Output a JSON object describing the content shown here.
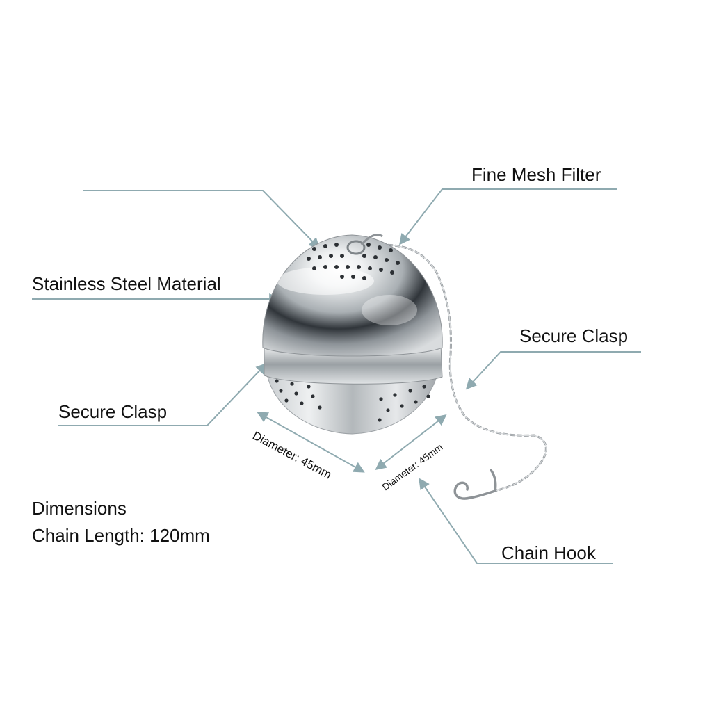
{
  "labels": {
    "fine_mesh_filter": "Fine Mesh Filter",
    "stainless_steel_material": "Stainless Steel Material",
    "secure_clasp_right": "Secure Clasp",
    "secure_clasp_left": "Secure Clasp",
    "chain_hook": "Chain Hook",
    "dimensions_heading": "Dimensions",
    "chain_length": "Chain Length: 120mm",
    "diameter_left": "Diameter: 45mm",
    "diameter_right": "Diameter: 45mm"
  },
  "colors": {
    "leader_line": "#8faab0",
    "steel_light": "#f4f6f7",
    "steel_mid": "#b9bfc3",
    "steel_dark": "#3c4146",
    "chain": "#9a9fa3",
    "text": "#111111"
  }
}
